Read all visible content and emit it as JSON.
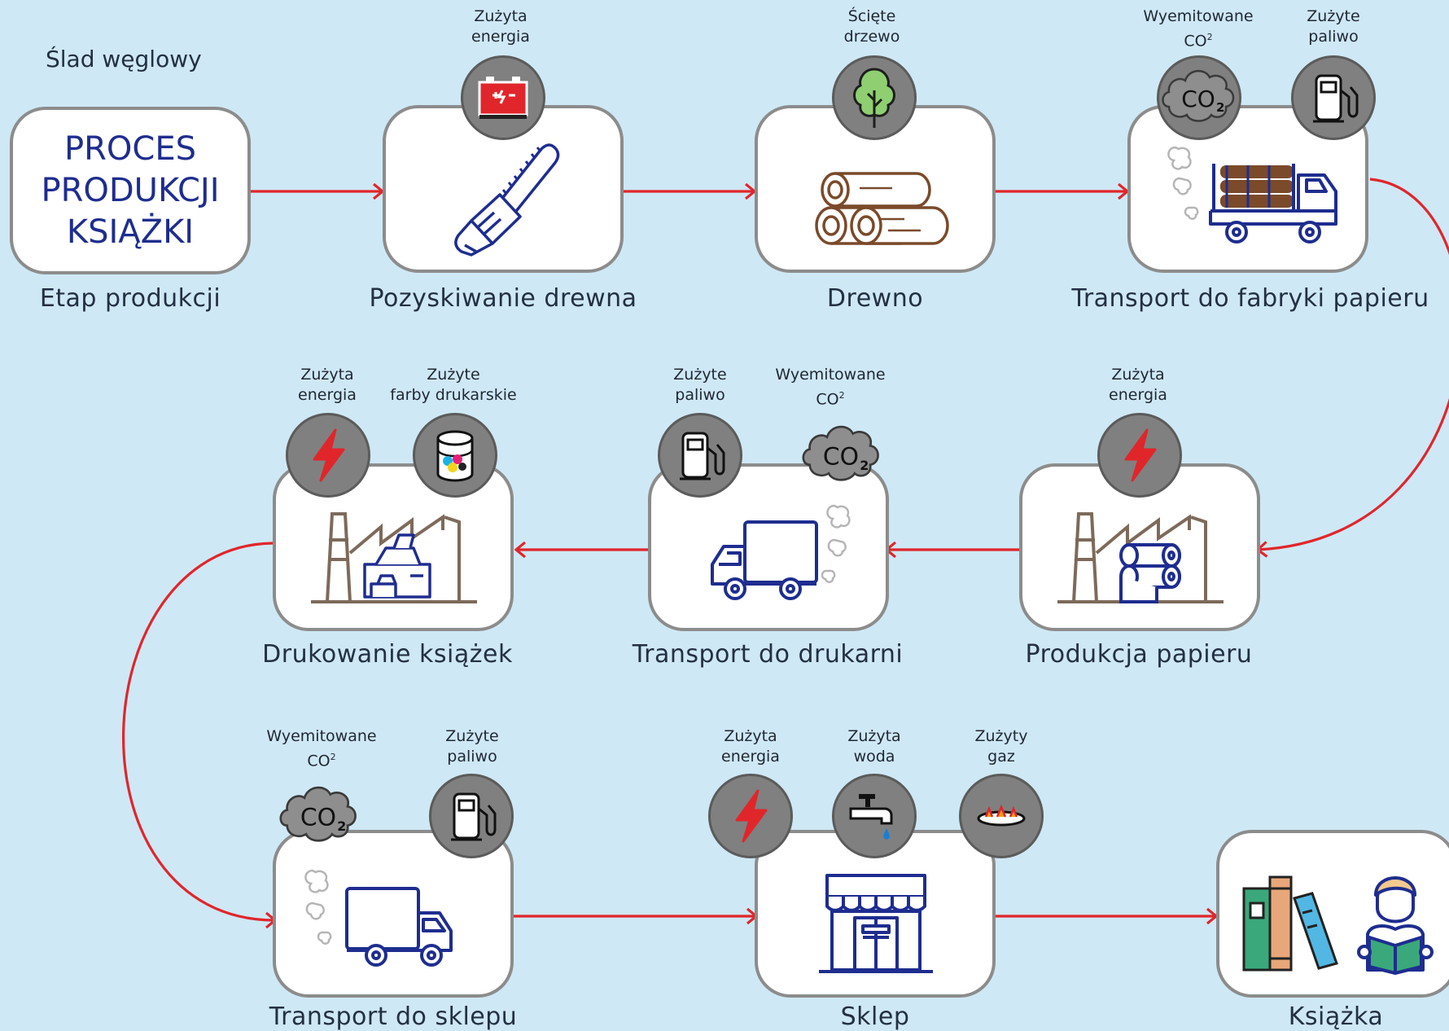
{
  "title": "Ślad węglowy",
  "start": {
    "lines": [
      "PROCES",
      "PRODUKCJI",
      "KSIĄŻKI"
    ],
    "label": "Etap produkcji"
  },
  "stages": [
    {
      "id": "logging",
      "label": "Pozyskiwanie drewna",
      "resources": [
        {
          "l1": "Zużyta",
          "l2": "energia",
          "icon": "battery-icon"
        }
      ],
      "illustration": "chainsaw-icon"
    },
    {
      "id": "wood",
      "label": "Drewno",
      "resources": [
        {
          "l1": "Ścięte",
          "l2": "drzewo",
          "icon": "tree-icon"
        }
      ],
      "illustration": "logs-icon"
    },
    {
      "id": "transport-paper",
      "label": "Transport do fabryki papieru",
      "resources": [
        {
          "l1": "Wyemitowane",
          "l2": "CO",
          "sup": "2",
          "icon": "co2-cloud-icon"
        },
        {
          "l1": "Zużyte",
          "l2": "paliwo",
          "icon": "fuel-pump-icon"
        }
      ],
      "illustration": "log-truck-icon"
    },
    {
      "id": "paper-production",
      "label": "Produkcja papieru",
      "resources": [
        {
          "l1": "Zużyta",
          "l2": "energia",
          "icon": "lightning-icon"
        }
      ],
      "illustration": "paper-factory-icon"
    },
    {
      "id": "transport-print",
      "label": "Transport do drukarni",
      "resources": [
        {
          "l1": "Zużyte",
          "l2": "paliwo",
          "icon": "fuel-pump-icon"
        },
        {
          "l1": "Wyemitowane",
          "l2": "CO",
          "sup": "2",
          "icon": "co2-cloud-icon"
        }
      ],
      "illustration": "truck-icon"
    },
    {
      "id": "printing",
      "label": "Drukowanie książek",
      "resources": [
        {
          "l1": "Zużyta",
          "l2": "energia",
          "icon": "lightning-icon"
        },
        {
          "l1": "Zużyte",
          "l2": "farby drukarskie",
          "icon": "ink-can-icon"
        }
      ],
      "illustration": "printing-factory-icon"
    },
    {
      "id": "transport-shop",
      "label": "Transport do sklepu",
      "resources": [
        {
          "l1": "Wyemitowane",
          "l2": "CO",
          "sup": "2",
          "icon": "co2-cloud-icon"
        },
        {
          "l1": "Zużyte",
          "l2": "paliwo",
          "icon": "fuel-pump-icon"
        }
      ],
      "illustration": "truck-icon"
    },
    {
      "id": "shop",
      "label": "Sklep",
      "resources": [
        {
          "l1": "Zużyta",
          "l2": "energia",
          "icon": "lightning-icon"
        },
        {
          "l1": "Zużyta",
          "l2": "woda",
          "icon": "water-tap-icon"
        },
        {
          "l1": "Zużyty",
          "l2": "gaz",
          "icon": "gas-burner-icon"
        }
      ],
      "illustration": "shop-icon"
    },
    {
      "id": "book",
      "label": "Książka",
      "resources": [],
      "illustration": "books-reader-icon"
    }
  ],
  "colors": {
    "background": "#cfe8f5",
    "arrow": "#e0262b",
    "navy": "#1e2d8f",
    "circle": "#808080",
    "wood": "#7a4a2a"
  }
}
